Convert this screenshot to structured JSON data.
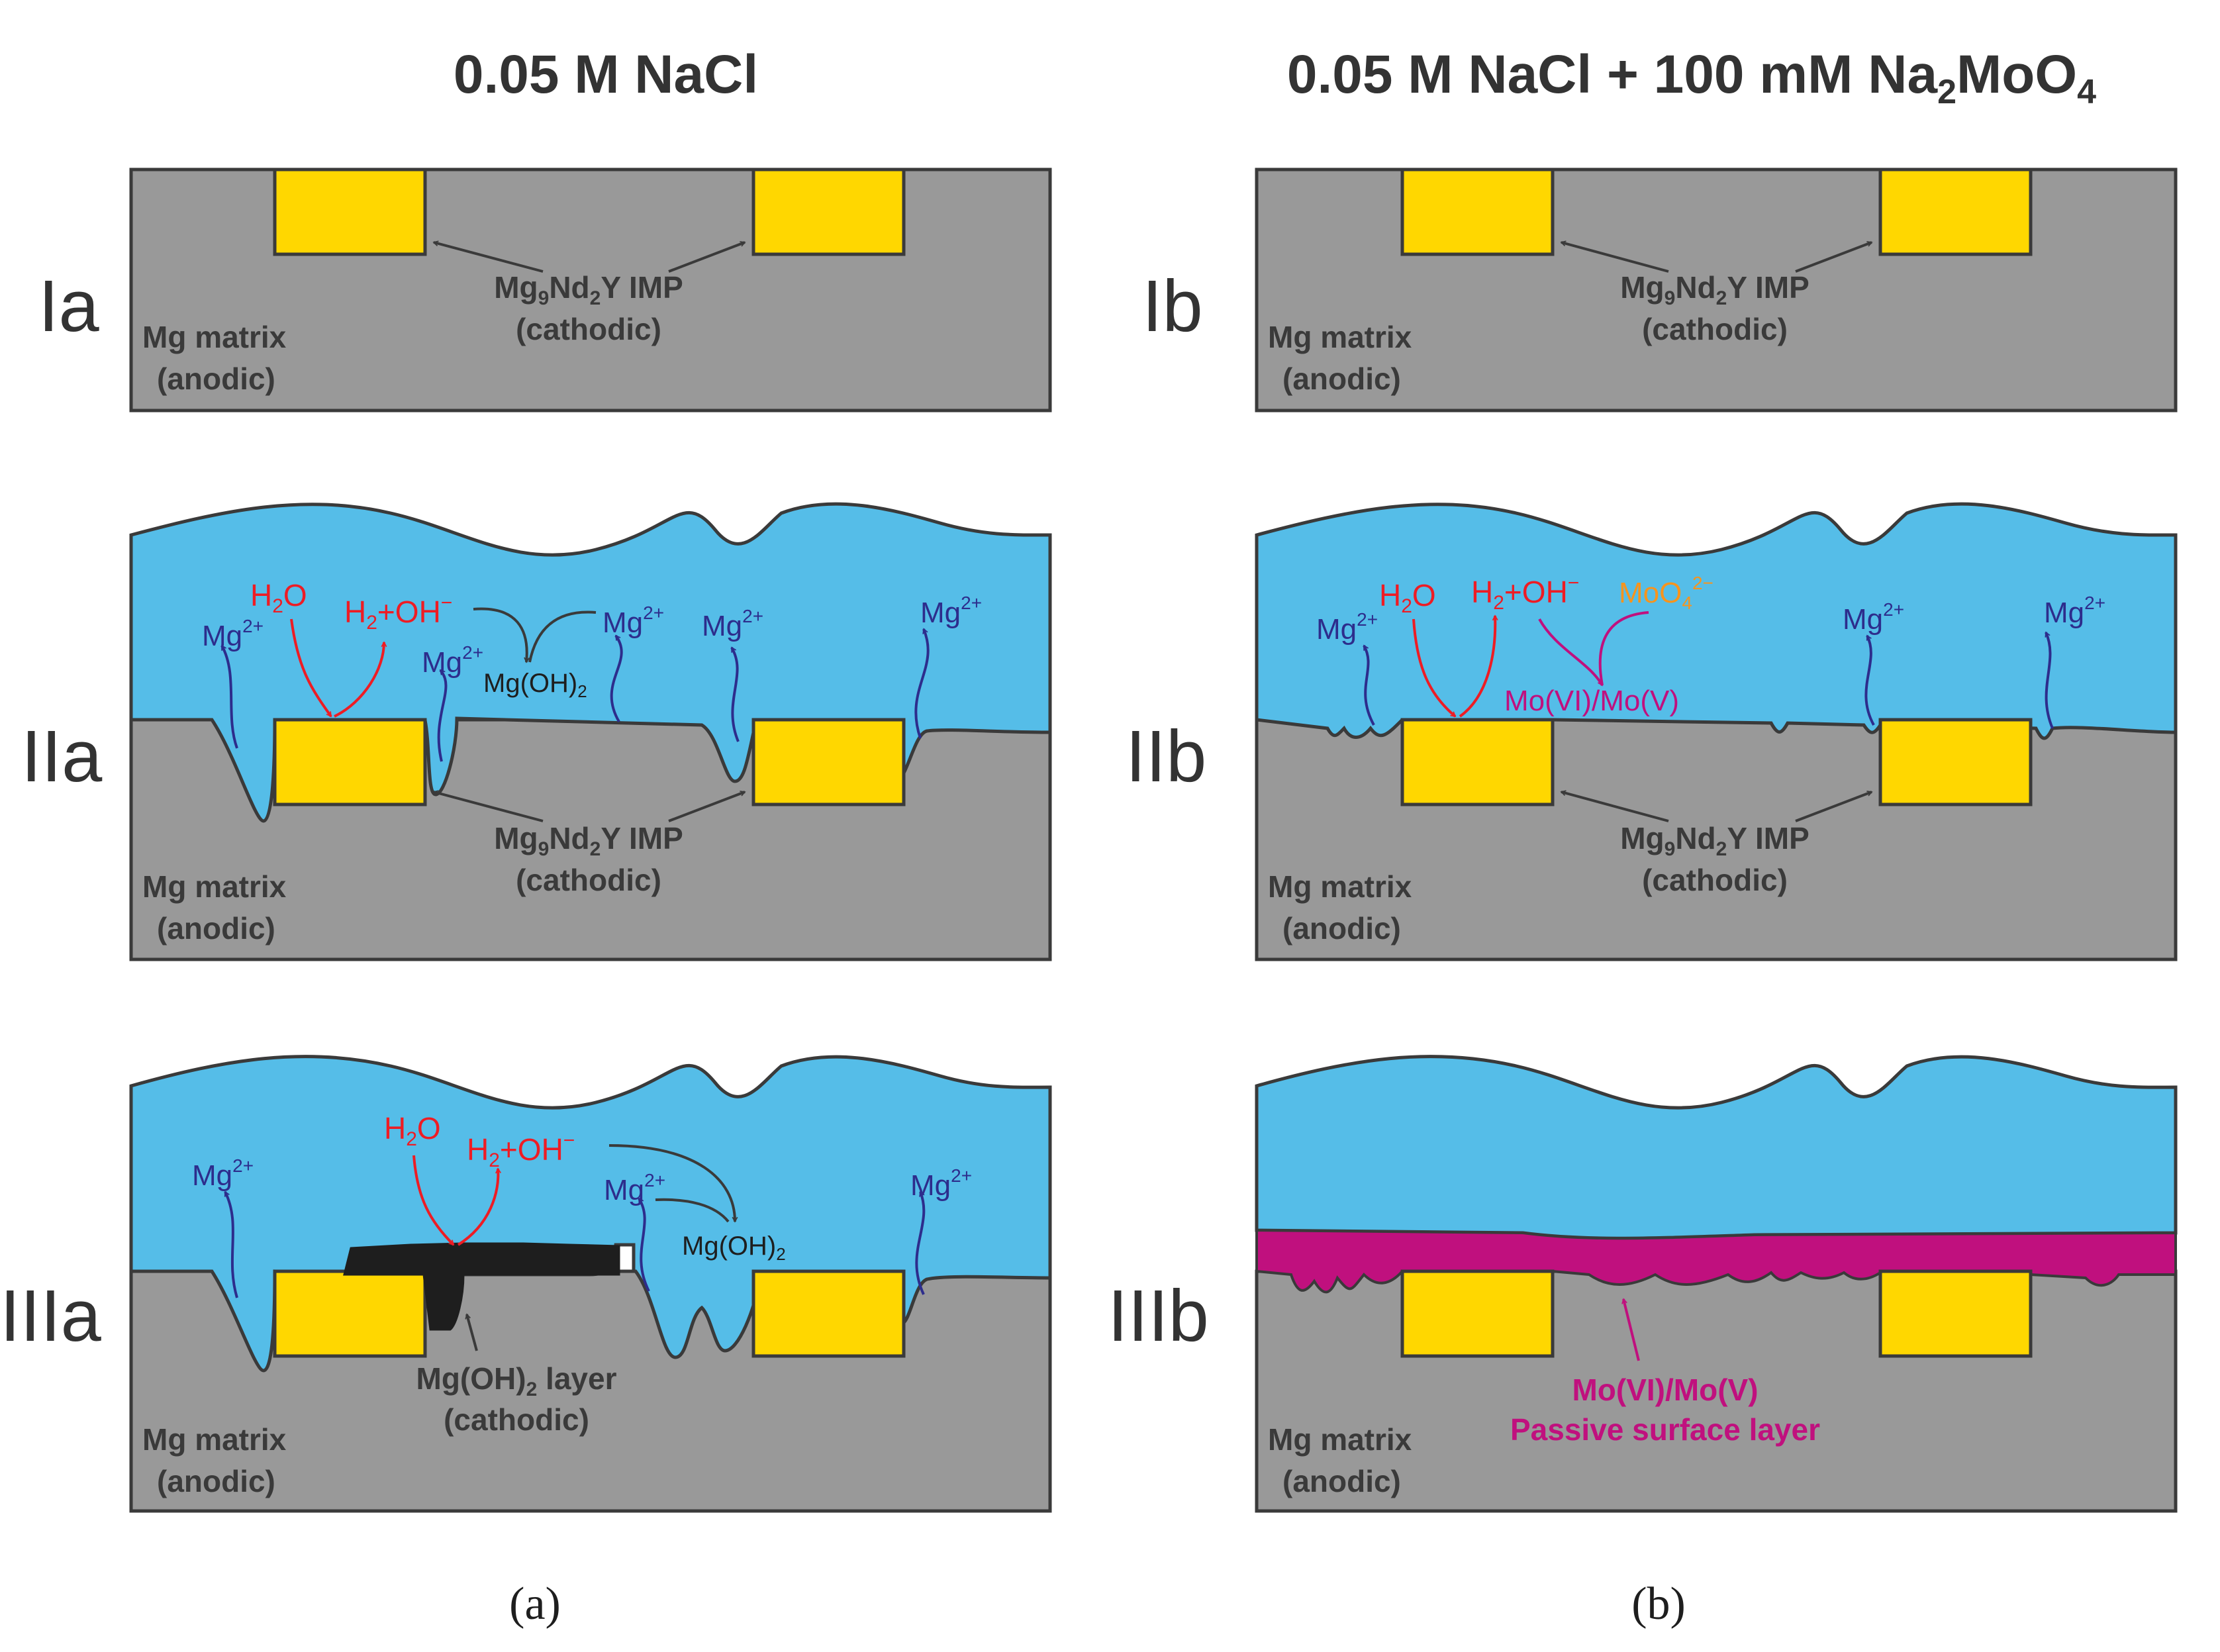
{
  "titles": {
    "left": "0.05 M NaCl",
    "right_main": "0.05 M NaCl + 100 mM Na",
    "right_sub": "2",
    "right_mid": "MoO",
    "right_sub2": "4"
  },
  "panel_labels": {
    "ia": "Ia",
    "iia": "IIa",
    "iiia": "IIIa",
    "ib": "Ib",
    "iib": "IIb",
    "iiib": "IIIb"
  },
  "captions": {
    "a": "(a)",
    "b": "(b)"
  },
  "text": {
    "mg_matrix": "Mg matrix",
    "anodic": "(anodic)",
    "imp_mg": "Mg",
    "imp_9": "9",
    "imp_nd": "Nd",
    "imp_2": "2",
    "imp_y": "Y IMP",
    "cathodic": "(cathodic)",
    "mg": "Mg",
    "charge_2plus": "2+",
    "h": "H",
    "h2o_o": "O",
    "plus_oh": "+OH",
    "minus": "−",
    "mgoh": "Mg(OH)",
    "mgoh_sub": "2",
    "layer": "layer",
    "moo": "MoO",
    "moo_sub": "4",
    "moo_sup": "2−",
    "movi_mov": "Mo(VI)/Mo(V)",
    "passive": "Passive surface layer"
  },
  "colors": {
    "matrix": "#999999",
    "imp": "#ffd700",
    "water": "#55bde8",
    "outline": "#3a3a3a",
    "mg_ion": "#2d2d8c",
    "red": "#ee1c24",
    "orange": "#f7941d",
    "magenta": "#c0107e",
    "black_layer": "#1e1e1e"
  }
}
